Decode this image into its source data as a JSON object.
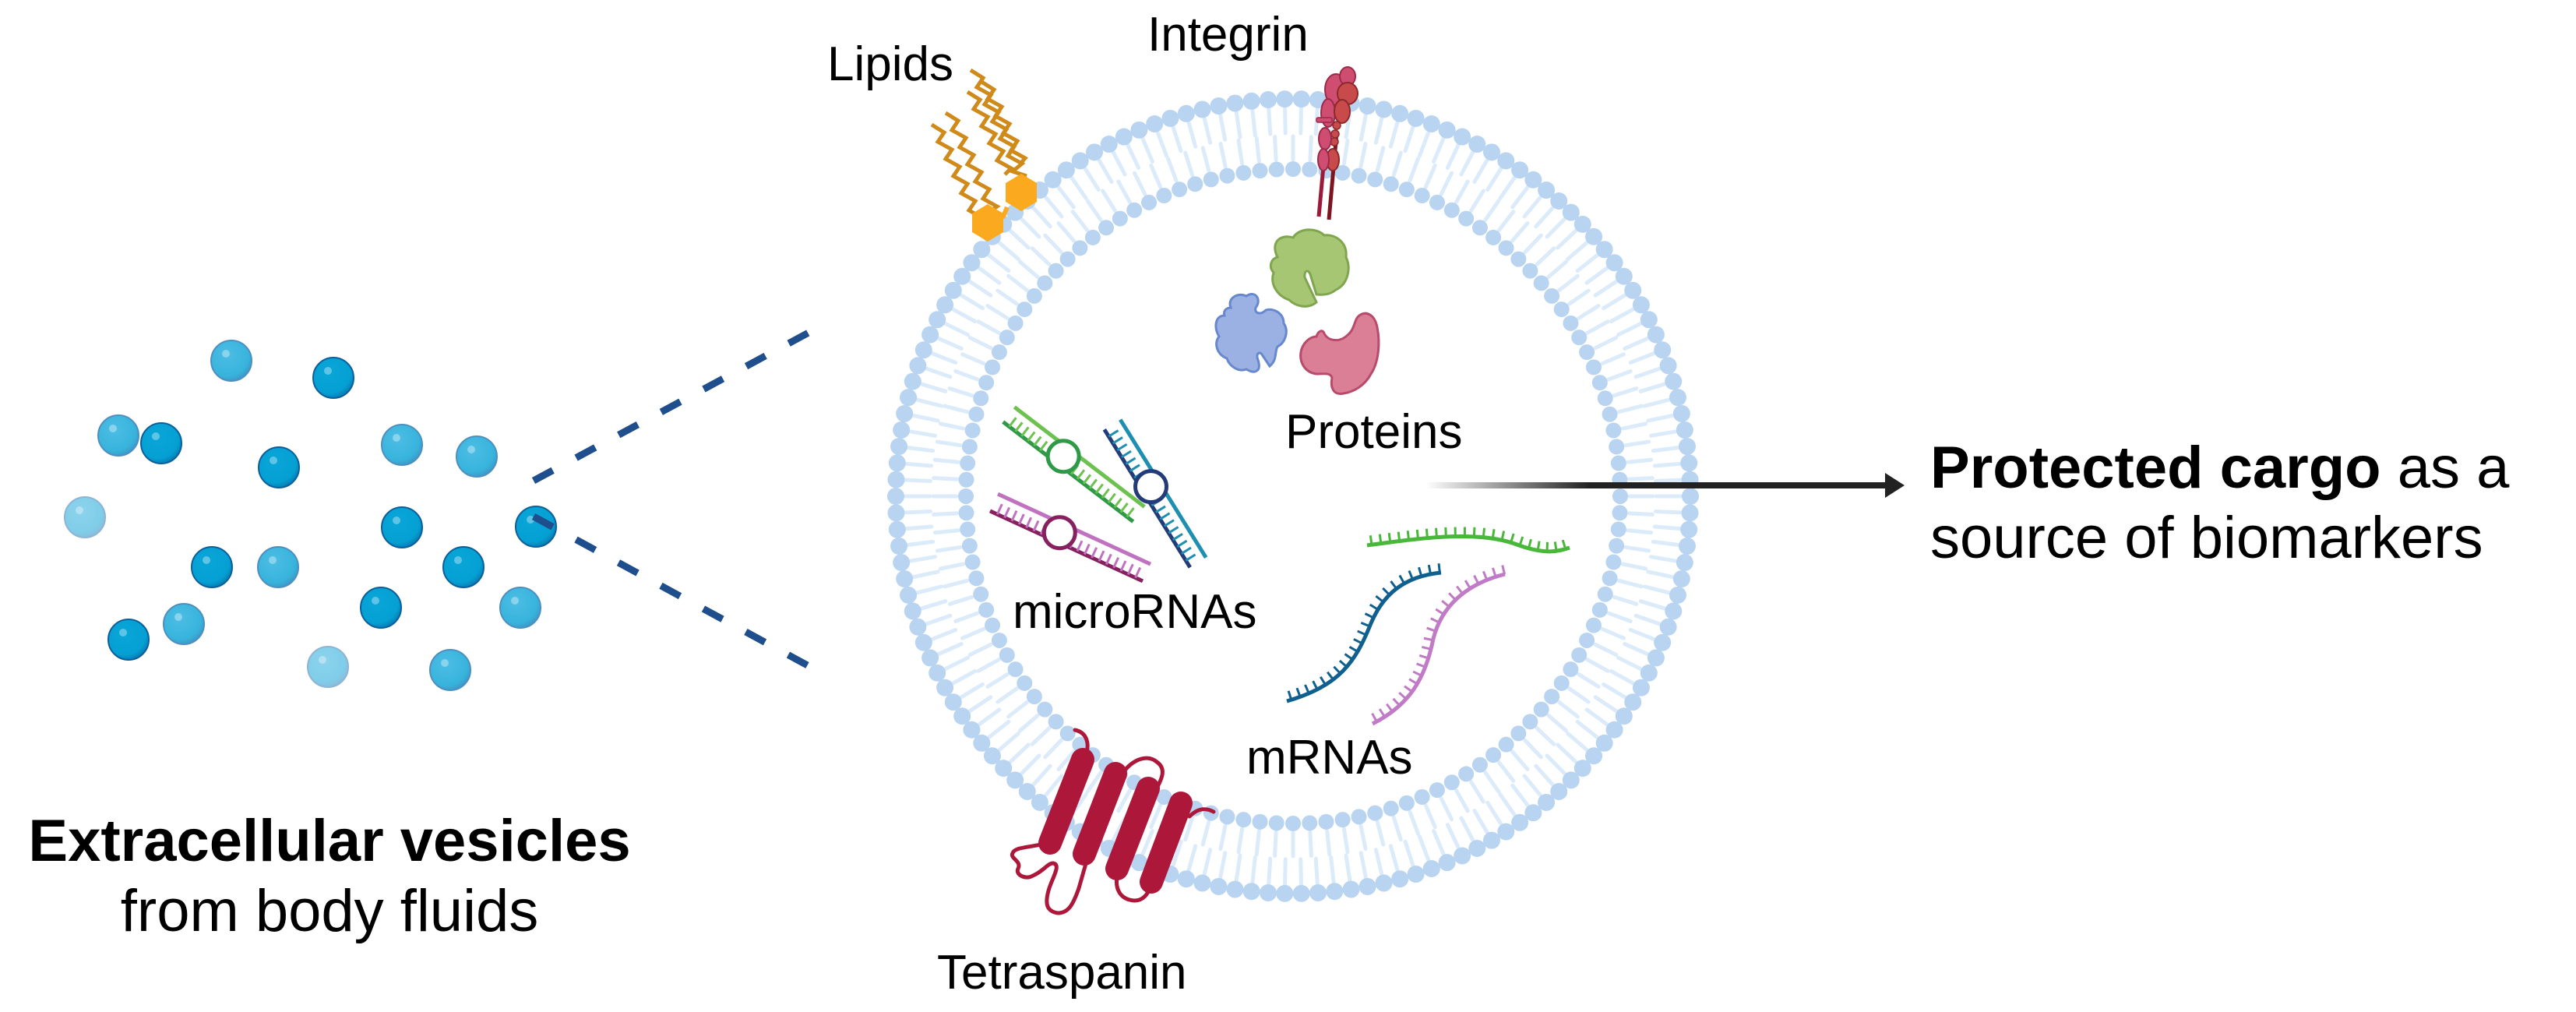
{
  "figure": {
    "left_caption": {
      "bold": "Extracellular vesicles",
      "regular": "from body fluids"
    },
    "right_caption": {
      "bold": "Protected cargo",
      "regular_suffix": " as a",
      "line2": "source of biomarkers"
    },
    "cargo_labels": {
      "lipids": "Lipids",
      "integrin": "Integrin",
      "proteins": "Proteins",
      "micrornas": "microRNAs",
      "mrnas": "mRNAs",
      "tetraspanin": "Tetraspanin"
    },
    "icons": {
      "vesicle_cluster": "vesicle-sphere-icon",
      "membrane": "lipid-bilayer-icon",
      "lipid": "lipid-hexagon-icon",
      "integrin": "integrin-receptor-icon",
      "protein": "protein-blob-icon",
      "microrna": "microrna-hairpin-icon",
      "mrna": "mrna-strand-icon",
      "tetraspanin": "tetraspanin-icon",
      "arrow": "arrow-right-icon"
    },
    "colors": {
      "membrane_head": "#b9d4f0",
      "membrane_tail": "#dcebfa",
      "vesicle_dark": "#05a0d3",
      "vesicle_mid": "#37b4dc",
      "vesicle_light": "#7fcde9",
      "dash_line": "#1f4e8c",
      "lipid_orange": "#fbaa1f",
      "lipid_tail": "#d08a1a",
      "tetraspanin": "#ad183a",
      "integrin_a": "#d04d72",
      "integrin_b": "#c94a4b",
      "protein_green": "#9fc16a",
      "protein_blue": "#8ea8de",
      "protein_pink": "#d8738f",
      "arrow": "#222222"
    }
  }
}
